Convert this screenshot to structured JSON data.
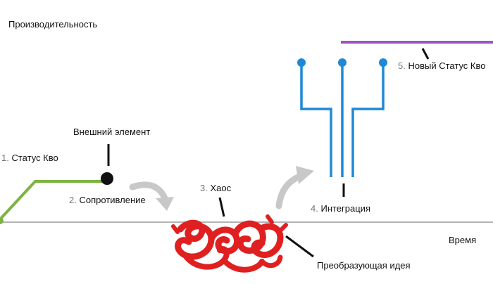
{
  "axes": {
    "y_label": "Производительность",
    "x_label": "Время"
  },
  "stages": [
    {
      "number": "1.",
      "label": "Статус Кво"
    },
    {
      "number": "2.",
      "label": "Сопротивление"
    },
    {
      "number": "3.",
      "label": "Хаос"
    },
    {
      "number": "4.",
      "label": "Интеграция"
    },
    {
      "number": "5.",
      "label": "Новый Статус Кво"
    }
  ],
  "annotations": {
    "external_element": "Внешний элемент",
    "transforming_idea": "Преобразующая идея"
  },
  "colors": {
    "status_quo": "#7cb342",
    "chaos": "#e02020",
    "integration": "#1e88d6",
    "new_status_quo": "#a050c8",
    "arrow": "#c8c8c8",
    "axis": "#9a9a9a",
    "marker": "#111111"
  }
}
